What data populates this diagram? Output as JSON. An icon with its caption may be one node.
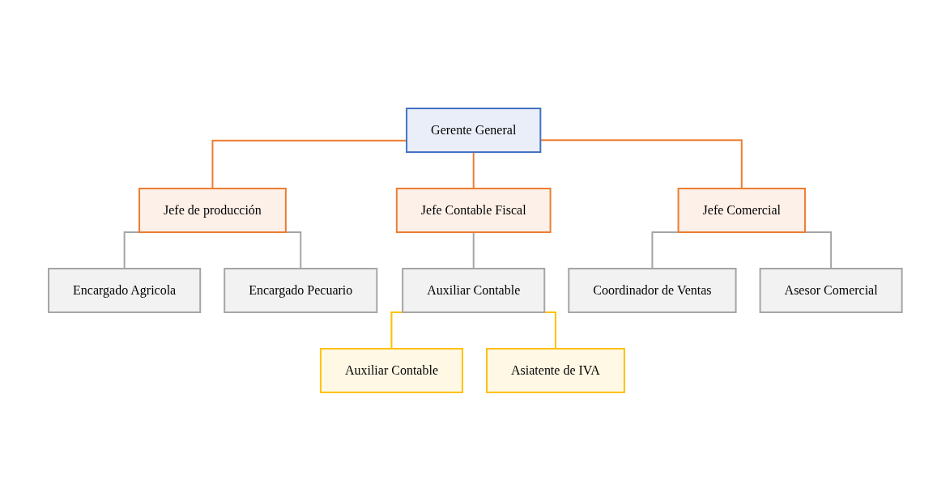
{
  "diagram": {
    "nodes": [
      {
        "text": [
          "Gerente General"
        ]
      },
      {
        "text": [
          "Jefe de producción"
        ]
      },
      {
        "text": [
          "Jefe Contable Fiscal"
        ]
      },
      {
        "text": [
          "Jefe Comercial"
        ]
      },
      {
        "text": [
          "Encargado Agricola"
        ]
      },
      {
        "text": [
          "Encargado Pecuario"
        ]
      },
      {
        "text": [
          "Auxiliar Contable"
        ]
      },
      {
        "text": [
          "Coordinador de Ventas"
        ]
      },
      {
        "text": [
          "Asesor Comercial"
        ]
      },
      {
        "text": [
          "Auxiliar Contable"
        ]
      },
      {
        "text": [
          "Asiatente de IVA"
        ]
      }
    ],
    "edges": [
      {
        "from": 0,
        "to": 1,
        "arrow": "none",
        "color": "#ed7d31"
      },
      {
        "from": 0,
        "to": 2,
        "arrow": "none",
        "color": "#ed7d31"
      },
      {
        "from": 0,
        "to": 3,
        "arrow": "none",
        "color": "#ed7d31"
      },
      {
        "from": 1,
        "to": 4,
        "arrow": "none"
      },
      {
        "from": 1,
        "to": 5,
        "arrow": "none"
      },
      {
        "from": 2,
        "to": 6,
        "arrow": "none"
      },
      {
        "from": 3,
        "to": 7,
        "arrow": "none"
      },
      {
        "from": 3,
        "to": 8,
        "arrow": "none"
      },
      {
        "from": 6,
        "to": 9,
        "arrow": "none",
        "color": "#ffc000"
      },
      {
        "from": 6,
        "to": 10,
        "arrow": "none",
        "color": "#ffc000"
      }
    ]
  }
}
